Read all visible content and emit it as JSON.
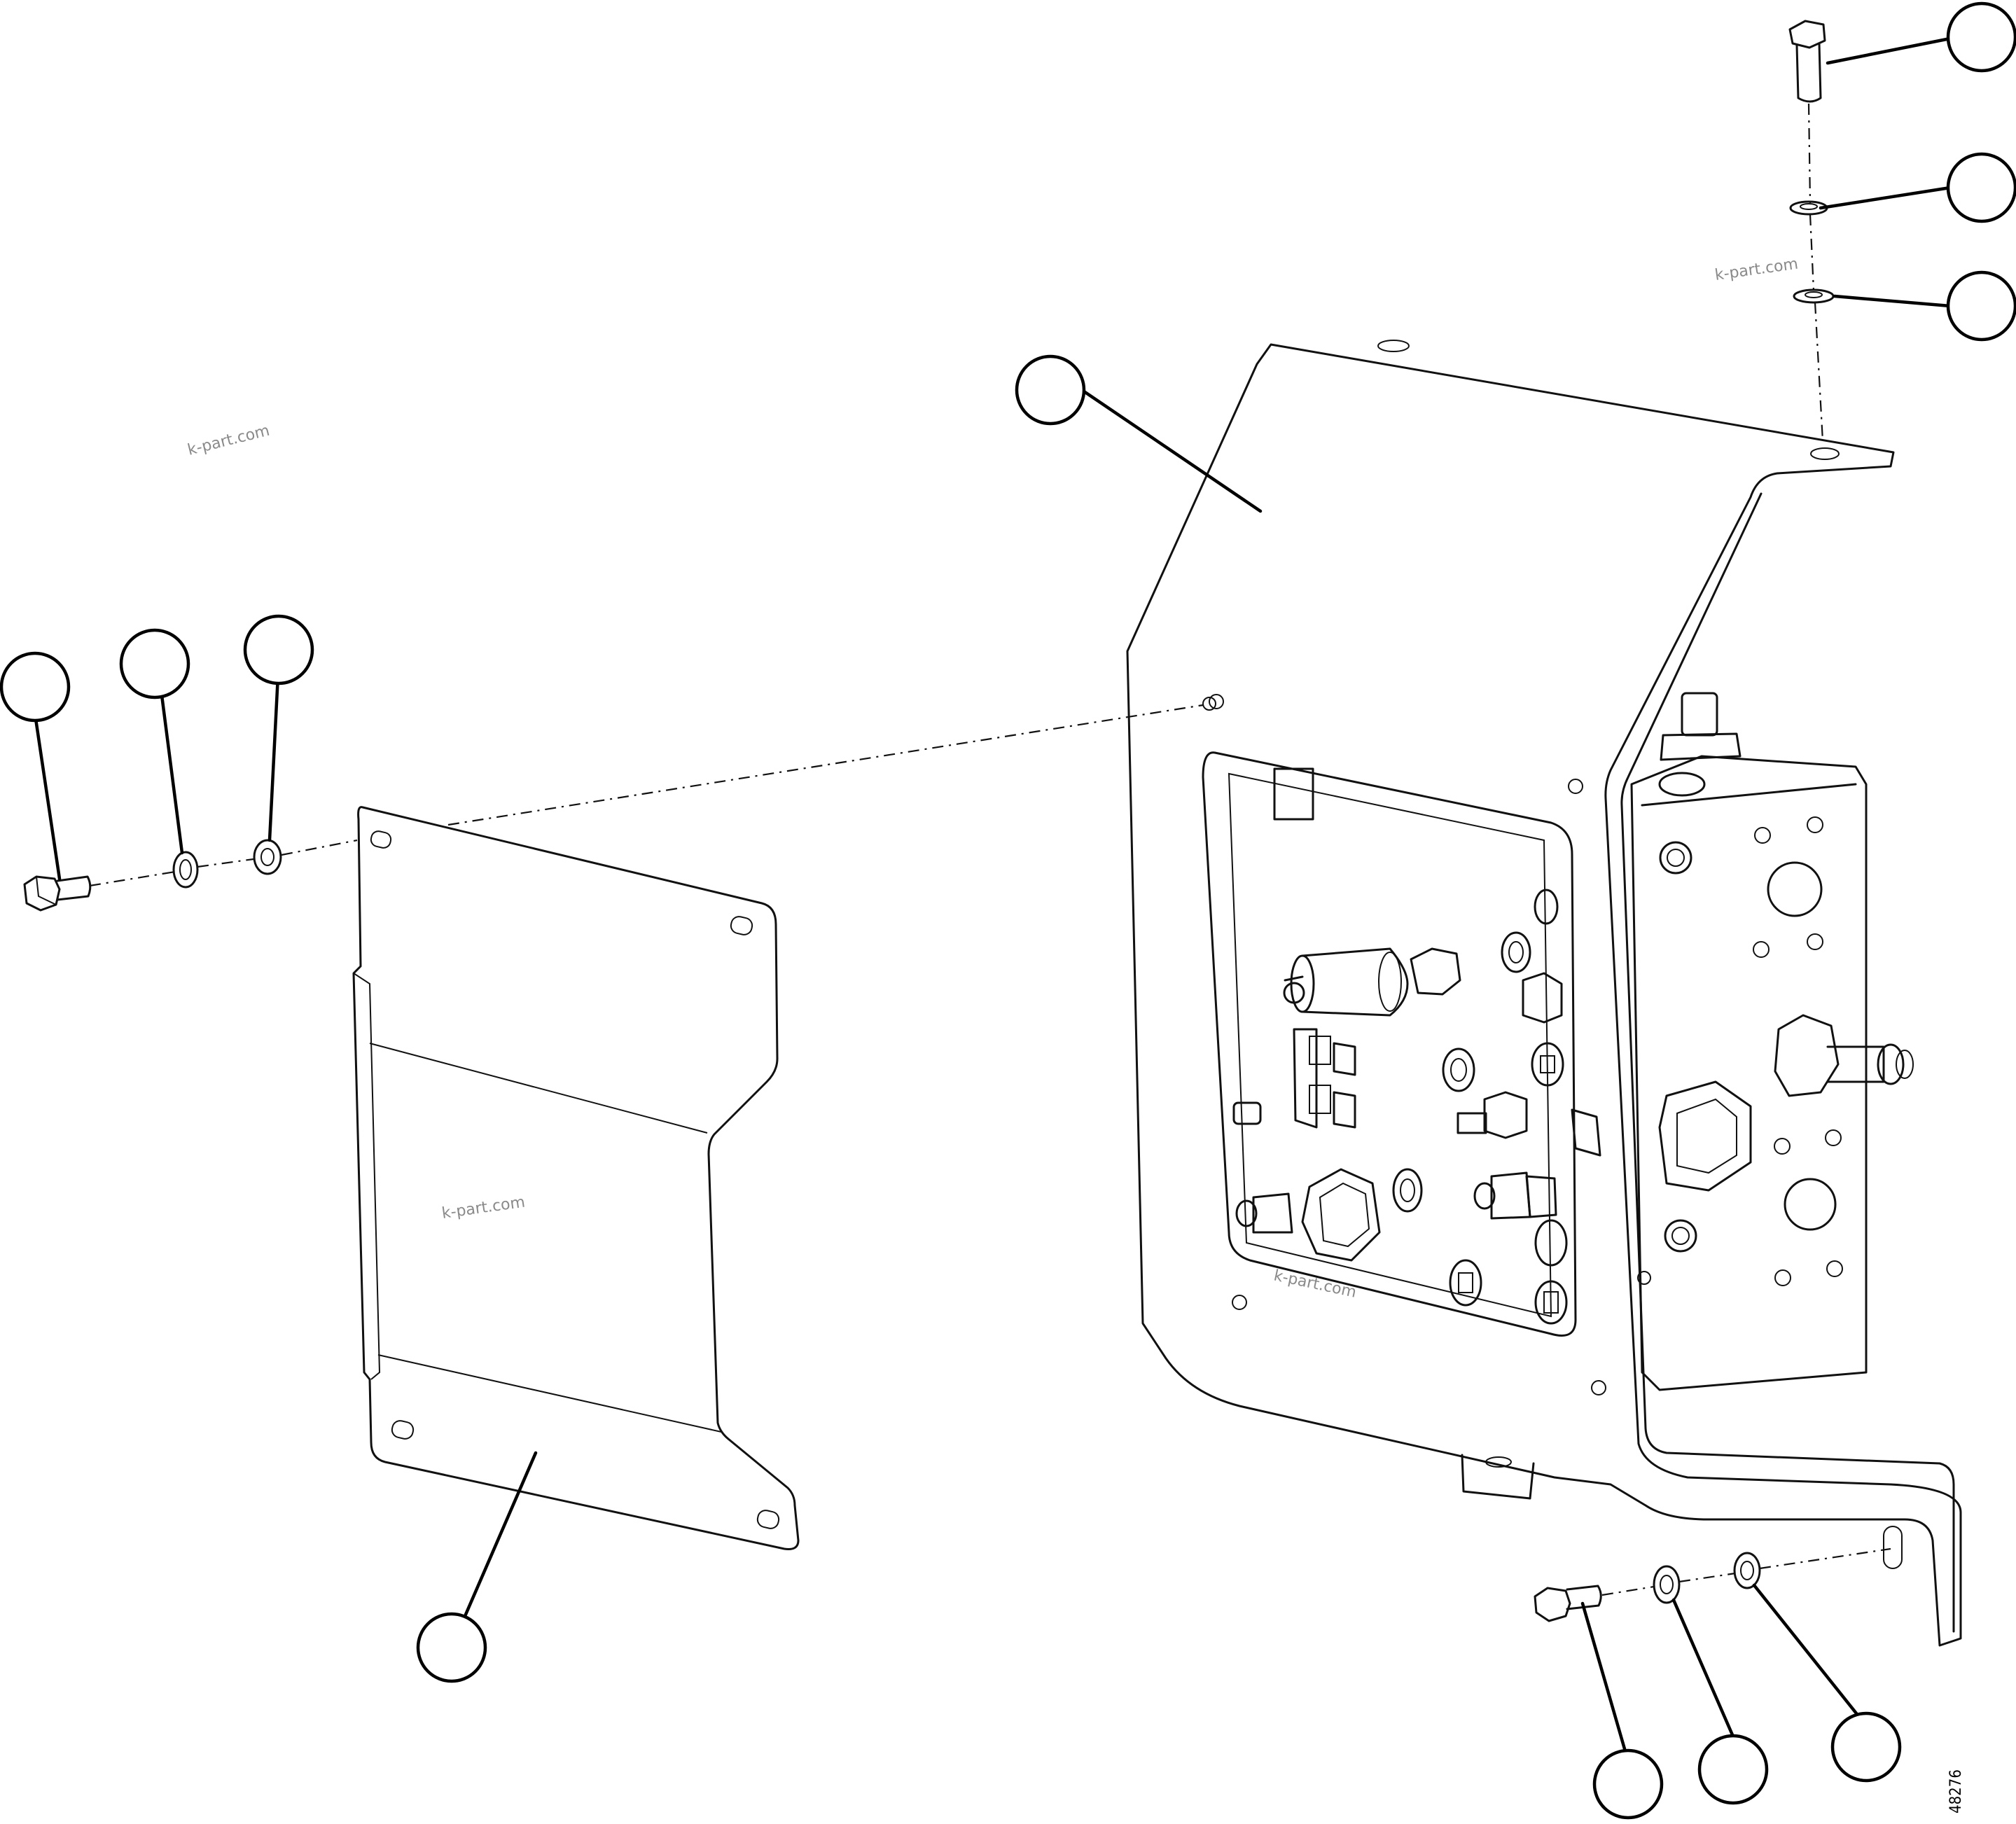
{
  "figure_number": "48276",
  "watermarks": [
    "k-part.com",
    "k-part.com",
    "k-part.com",
    "k-part.com"
  ],
  "callouts": [
    "",
    "",
    "",
    "",
    "",
    "",
    "",
    "",
    "",
    "",
    ""
  ]
}
